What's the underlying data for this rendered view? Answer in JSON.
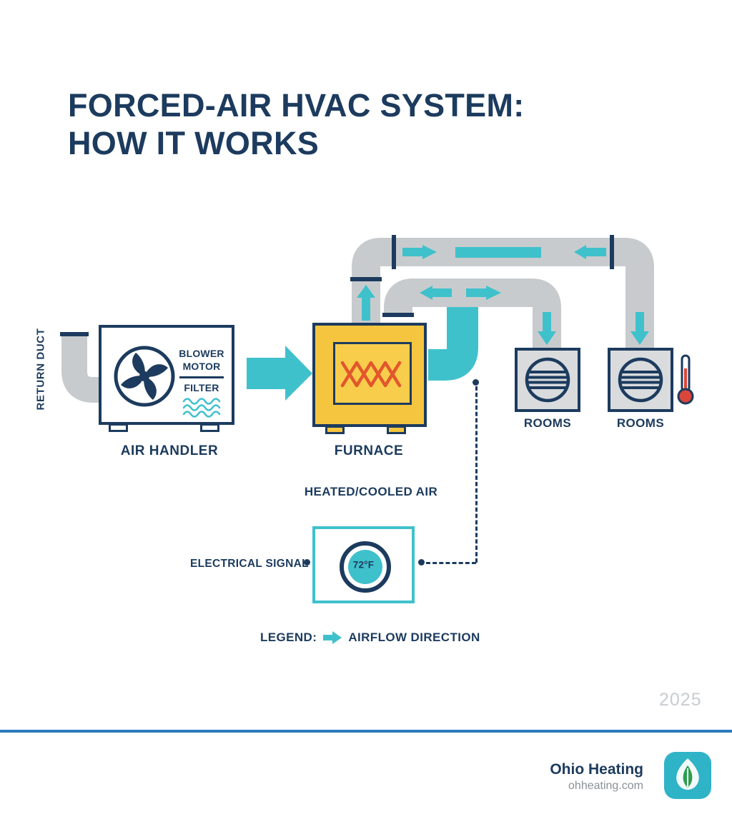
{
  "title": {
    "line1": "FORCED-AIR HVAC SYSTEM:",
    "line2": "HOW IT WORKS"
  },
  "diagram": {
    "return_duct_label": "RETURN DUCT",
    "air_handler": {
      "label": "AIR HANDLER",
      "blower_motor": "BLOWER MOTOR",
      "filter": "FILTER"
    },
    "furnace": {
      "label": "FURNACE"
    },
    "heated_cooled_air_label": "HEATED/COOLED AIR",
    "rooms_labels": [
      "ROOMS",
      "ROOMS"
    ],
    "electrical_signal_label": "ELECTRICAL SIGNAL",
    "thermostat": {
      "temperature": "72°F"
    }
  },
  "legend": {
    "label": "LEGEND:",
    "text": "AIRFLOW DIRECTION"
  },
  "year": "2025",
  "footer": {
    "brand": "Ohio Heating",
    "site": "ohheating.com"
  },
  "colors": {
    "navy": "#1c3b5e",
    "teal": "#3fc1cc",
    "furnace_yellow": "#f6c53f",
    "element_orange": "#e2572b",
    "duct_gray": "#c8cbcd",
    "room_gray": "#d9dbdd",
    "footer_blue": "#2b7abc",
    "year_gray": "#c8ccd1",
    "site_gray": "#8a9198",
    "logo_teal": "#2fb3c7",
    "logo_green": "#2e9e4f",
    "mercury_red": "#d9473a"
  },
  "icons": {
    "fan": "fan-icon",
    "filter_waves": "filter-waves-icon",
    "heating_element": "heating-element-icon",
    "vent": "vent-grille-icon",
    "thermometer": "thermometer-icon",
    "thermostat_dial": "thermostat-dial-icon",
    "airflow_arrow": "airflow-arrow-icon",
    "logo": "leaf-logo-icon"
  }
}
